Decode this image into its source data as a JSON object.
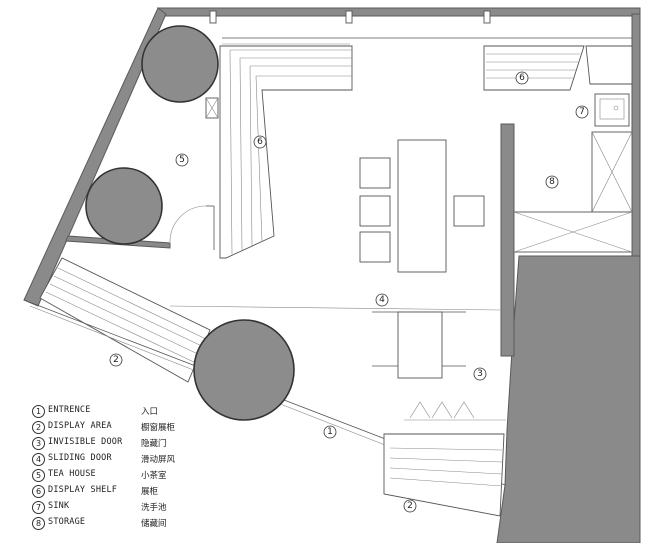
{
  "plan_markers": [
    {
      "id": "entrance-marker",
      "num": "1"
    },
    {
      "id": "display-area-marker-left",
      "num": "2"
    },
    {
      "id": "display-area-marker-bottom",
      "num": "2"
    },
    {
      "id": "invisible-door-marker",
      "num": "3"
    },
    {
      "id": "sliding-door-marker",
      "num": "4"
    },
    {
      "id": "tea-house-marker",
      "num": "5"
    },
    {
      "id": "display-shelf-marker-left",
      "num": "6"
    },
    {
      "id": "display-shelf-marker-top",
      "num": "6"
    },
    {
      "id": "sink-marker",
      "num": "7"
    },
    {
      "id": "storage-marker",
      "num": "8"
    }
  ],
  "legend": [
    {
      "num": "1",
      "en": "ENTRENCE",
      "zh": "入口"
    },
    {
      "num": "2",
      "en": "DISPLAY AREA",
      "zh": "橱窗展柜"
    },
    {
      "num": "3",
      "en": "INVISIBLE DOOR",
      "zh": "隐藏门"
    },
    {
      "num": "4",
      "en": "SLIDING DOOR",
      "zh": "滑动屏风"
    },
    {
      "num": "5",
      "en": "TEA HOUSE",
      "zh": "小茶室"
    },
    {
      "num": "6",
      "en": "DISPLAY SHELF",
      "zh": "展柜"
    },
    {
      "num": "7",
      "en": "SINK",
      "zh": "洗手池"
    },
    {
      "num": "8",
      "en": "STORAGE",
      "zh": "储藏间"
    }
  ]
}
